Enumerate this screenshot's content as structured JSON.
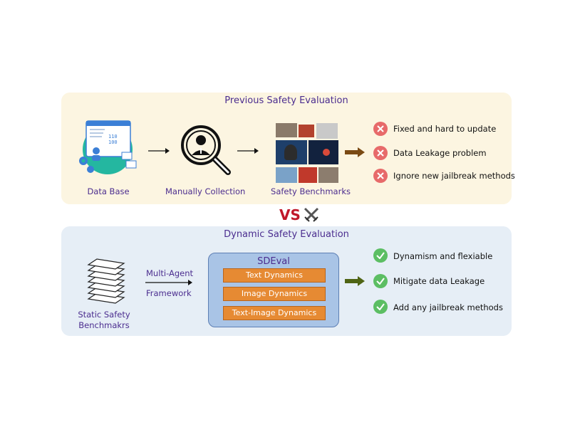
{
  "top": {
    "title": "Previous Safety Evaluation",
    "stages": {
      "database": "Data Base",
      "manual": "Manually Collection",
      "benchmarks": "Safety Benchmarks"
    },
    "database_icon_text": "110\n100",
    "issues": [
      "Fixed and hard to update",
      "Data Leakage problem",
      "Ignore new jailbreak methods"
    ]
  },
  "vs": "VS",
  "bottom": {
    "title": "Dynamic Safety Evaluation",
    "static_label_line1": "Static Safety",
    "static_label_line2": "Benchmakrs",
    "arrow_label_line1": "Multi-Agent",
    "arrow_label_line2": "Framework",
    "sdeval": {
      "title": "SDEval",
      "items": [
        "Text Dynamics",
        "Image Dynamics",
        "Text-Image Dynamics"
      ]
    },
    "benefits": [
      "Dynamism  and flexiable",
      "Mitigate data Leakage",
      "Add any jailbreak methods"
    ]
  },
  "colors": {
    "top_panel": "#fcf5e1",
    "bottom_panel": "#e6eef6",
    "label_purple": "#4b2d8f",
    "vs_red": "#c0182a",
    "dynamics_orange": "#e68a33",
    "error_red": "#e76a6a",
    "check_green": "#5cbe63",
    "arrow_brown": "#7a4a14",
    "arrow_olive": "#4f6414"
  },
  "icons": {
    "database": "database-monitor-icon",
    "manual": "magnifier-person-icon",
    "vs": "crossed-swords-icon",
    "stack": "paper-stack-icon"
  }
}
